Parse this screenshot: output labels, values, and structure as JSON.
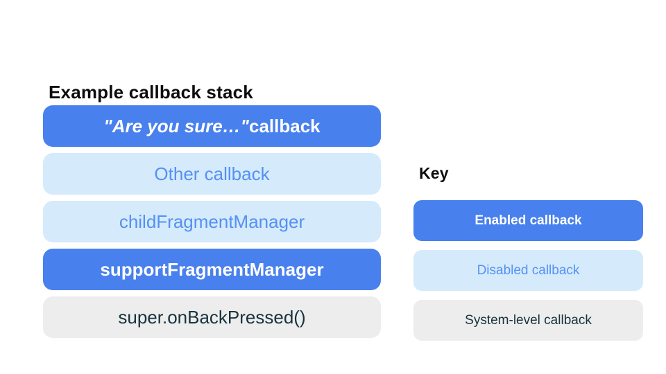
{
  "title": "Example callback stack",
  "stack": {
    "items": [
      {
        "quoted": "\"Are you sure…\"",
        "rest": " callback",
        "type": "enabled"
      },
      {
        "label": "Other callback",
        "type": "disabled"
      },
      {
        "label": "childFragmentManager",
        "type": "disabled"
      },
      {
        "label": "supportFragmentManager",
        "type": "enabled"
      },
      {
        "label": "super.onBackPressed()",
        "type": "system"
      }
    ]
  },
  "key": {
    "label": "Key",
    "items": [
      {
        "label": "Enabled callback",
        "type": "enabled"
      },
      {
        "label": "Disabled callback",
        "type": "disabled"
      },
      {
        "label": "System-level callback",
        "type": "system"
      }
    ]
  },
  "colors": {
    "enabled_bg": "#4880EE",
    "enabled_text": "#FFFFFF",
    "disabled_bg": "#D5EAFB",
    "disabled_text": "#5491F5",
    "system_bg": "#EDEDED",
    "system_text": "#17333E",
    "heading_text": "#0D0D0D",
    "background": "#FFFFFF"
  }
}
